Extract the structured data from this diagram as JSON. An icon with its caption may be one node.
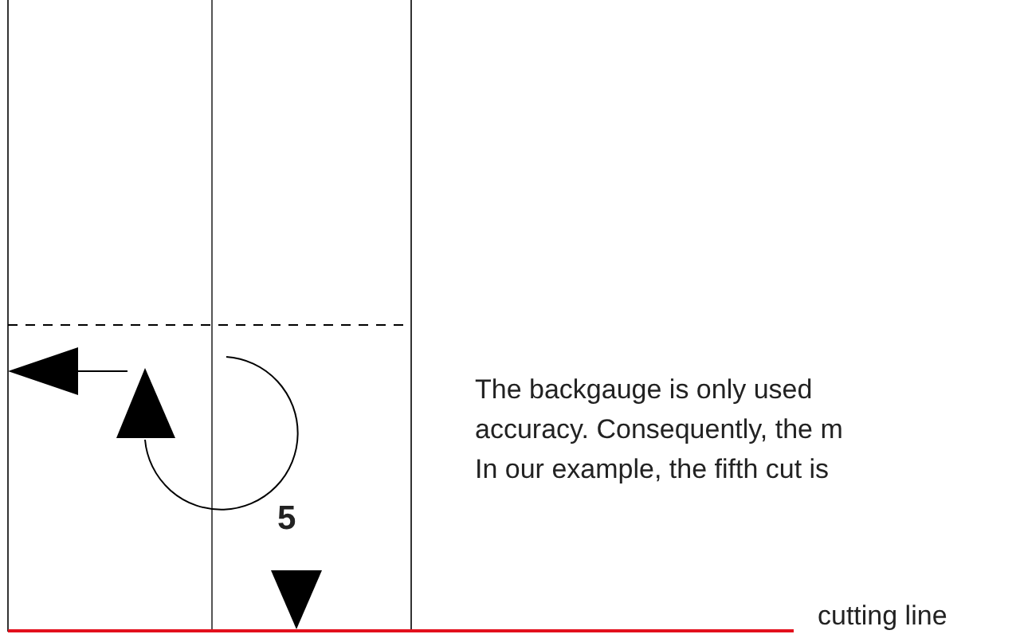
{
  "diagram": {
    "labels": [
      "The backgauge is only used",
      "accuracy. Consequently, the m",
      "In our example, the fifth cut is",
      "5",
      "cutting line"
    ]
  }
}
